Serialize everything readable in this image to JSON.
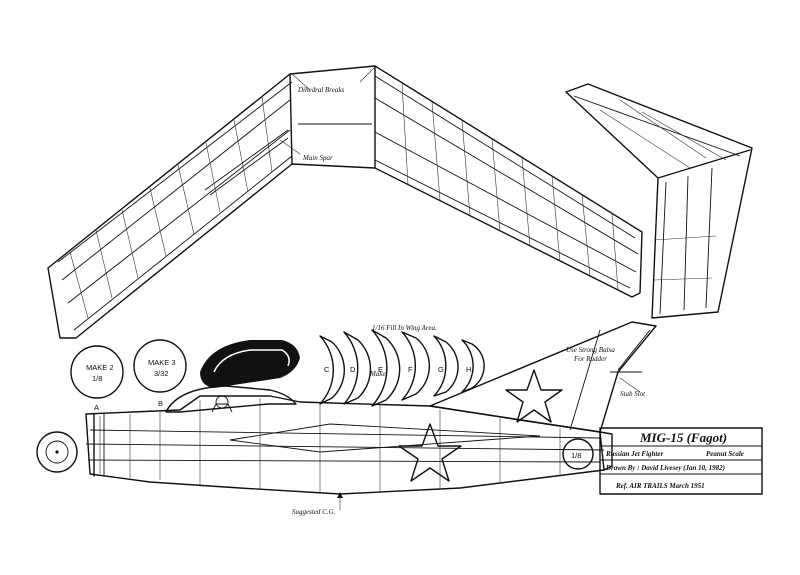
{
  "labels": {
    "dihedral_breaks": "Dihedral Breaks",
    "main_spar": "Main Spar",
    "fill_wing": "1/16 Fill In Wing Area.",
    "make_2_a": "MAKE 2",
    "make_2_b": "1/8",
    "make_3_a": "MAKE 3",
    "make_3_b": "3/32",
    "make_ribs": "Make",
    "strong_balsa": "Use Strong Balsa",
    "for_rudder": "For Rudder",
    "stab_slot": "Stab Slot",
    "cg": "Suggested C.G.",
    "nose_size": "1/8"
  },
  "title_block": {
    "title": "MIG-15 (Fagot)",
    "subtitle_left": "Russian Jet Fighter",
    "subtitle_right": "Peanut Scale",
    "drawn_by": "Drawn By : David Livesey (Jan 10, 1982)",
    "ref": "Ref. AIR TRAILS March 1951"
  },
  "part_letters": [
    "A",
    "B",
    "C",
    "D",
    "E",
    "F",
    "G",
    "H"
  ]
}
